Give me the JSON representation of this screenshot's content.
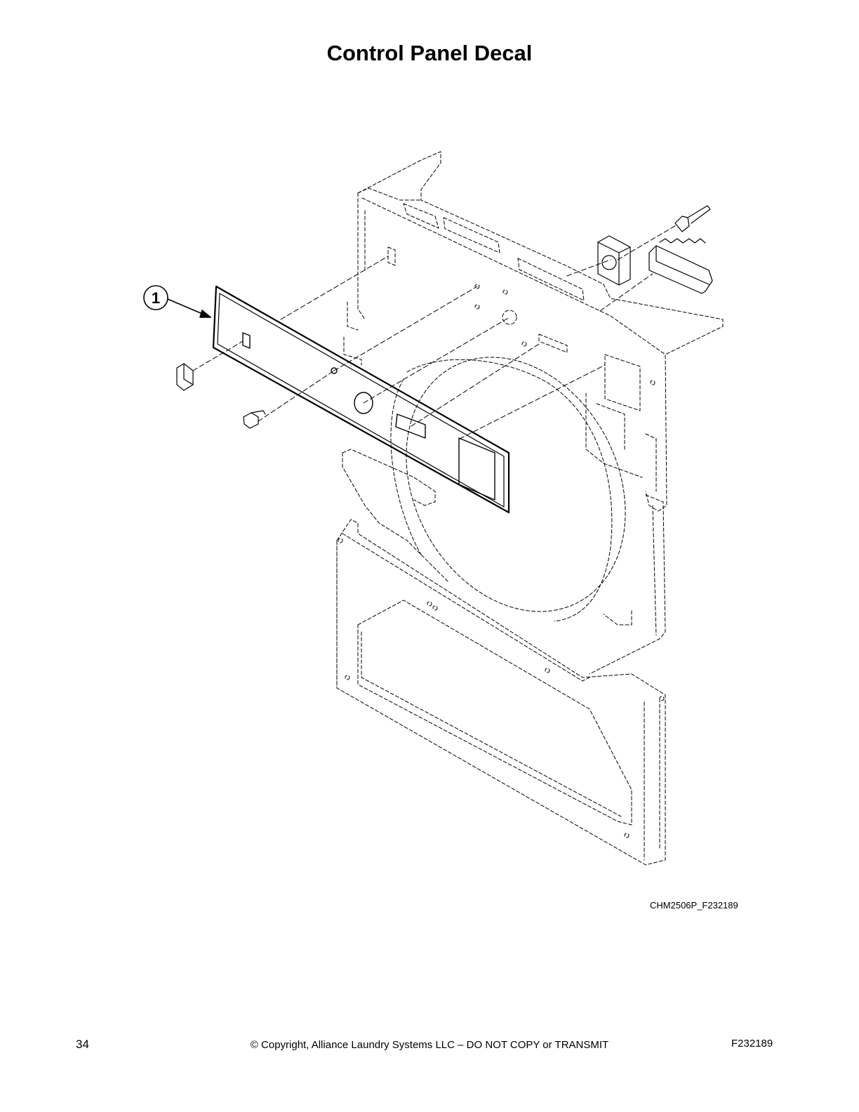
{
  "page": {
    "title": "Control Panel Decal",
    "figure_id": "CHM2506P_F232189",
    "page_number": "34",
    "copyright": "© Copyright, Alliance Laundry Systems LLC – DO NOT COPY or TRANSMIT",
    "document_number": "F232189"
  },
  "diagram": {
    "callouts": [
      {
        "label": "1"
      }
    ]
  }
}
